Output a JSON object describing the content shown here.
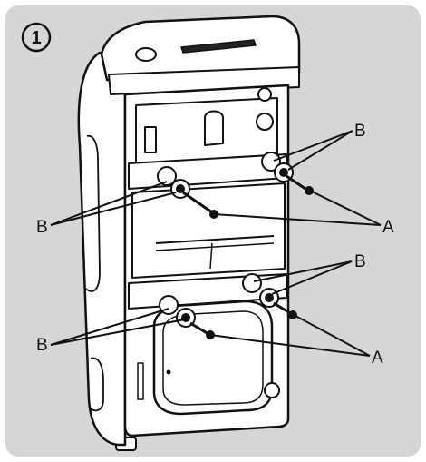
{
  "step_number": "1",
  "labels": {
    "b_top_right": "B",
    "b_top_left": "B",
    "a_top": "A",
    "b_bottom_right": "B",
    "b_bottom_left": "B",
    "a_bottom": "A"
  },
  "colors": {
    "background": "#d6d6d6",
    "appliance_fill": "#ffffff",
    "outline": "#111111"
  }
}
